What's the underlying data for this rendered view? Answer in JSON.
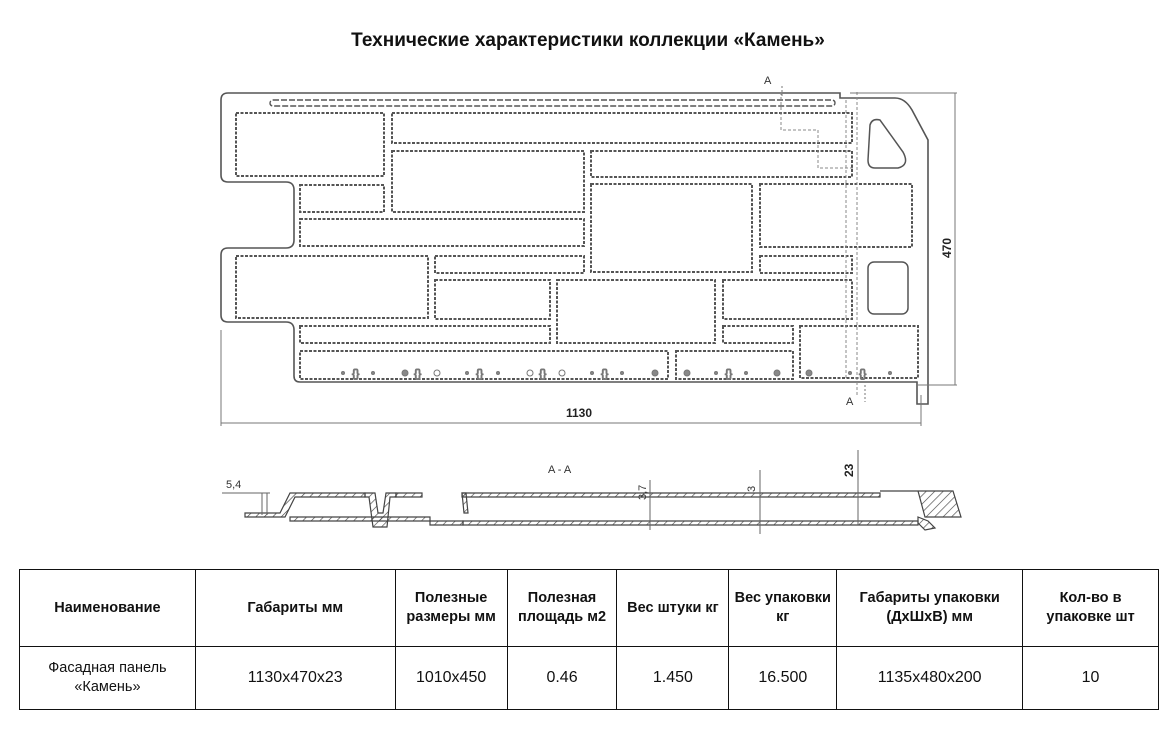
{
  "title": "Технические характеристики коллекции «Камень»",
  "drawing": {
    "width_dimension": "1130",
    "height_dimension": "470",
    "section_marker_top": "A",
    "section_marker_bottom": "A",
    "section_label": "A - A",
    "section_dims": {
      "lip": "5,4",
      "rib": "3,7",
      "wall": "3",
      "depth": "23"
    }
  },
  "table": {
    "headers": [
      "Наименование",
      "Габариты мм",
      "Полезные размеры мм",
      "Полезная площадь м2",
      "Вес штуки кг",
      "Вес упаковки кг",
      "Габариты упаковки (ДхШхВ) мм",
      "Кол-во в упаковке шт"
    ],
    "rows": [
      {
        "name": "Фасадная панель «Камень»",
        "dimensions": "1130x470x23",
        "useful_dimensions": "1010x450",
        "useful_area": "0.46",
        "piece_weight": "1.450",
        "package_weight": "16.500",
        "package_dimensions": "1135x480x200",
        "quantity": "10"
      }
    ]
  }
}
